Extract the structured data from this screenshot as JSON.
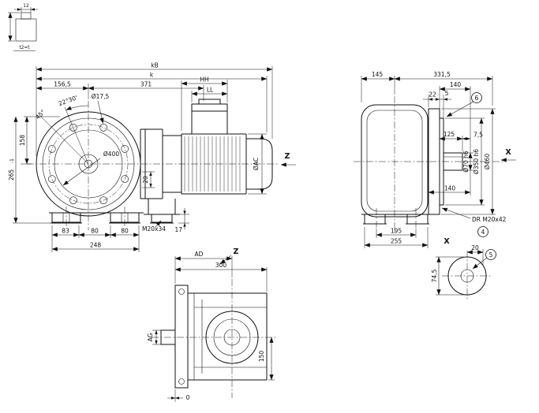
{
  "keyway_detail": {
    "dim_width": "12",
    "note": "t2=t"
  },
  "front_view": {
    "dim_kb": "kB",
    "dim_k": "k",
    "dim_156_5": "156,5",
    "dim_371": "371",
    "dim_hh": "HH",
    "dim_ll": "LL",
    "angle_22_30": "22°30'",
    "dia_17_5": "Ø17,5",
    "angle_45": "45°",
    "dim_158": "158",
    "dim_265": "265",
    "dim_265_tol": "-1",
    "dia_400": "Ø400",
    "dim_20": "20",
    "dia_ac": "ØAC",
    "view_z": "Z",
    "dim_83": "83",
    "dim_80_left": "80",
    "dim_80_right": "80",
    "dim_248": "248",
    "thread_foot": "M20x34",
    "dim_17": "17"
  },
  "side_view": {
    "dim_145": "145",
    "dim_331_5": "331,5",
    "dim_140_top": "140",
    "dim_22": "22",
    "dim_5": "5",
    "balloon_6": "6",
    "dim_125": "125",
    "dim_7_5": "7,5",
    "dia_70": "Ø70 h6",
    "dia_350": "Ø350 h6",
    "dia_460": "Ø460",
    "dim_140_bottom": "140",
    "view_x": "X",
    "dim_195": "195",
    "dim_255": "255",
    "thread_center": "DR M20x42",
    "balloon_4": "4"
  },
  "top_view": {
    "label_ad": "AD",
    "view_z": "Z",
    "dim_300": "300",
    "dim_150": "150",
    "label_ag": "AG",
    "dim_0": "0"
  },
  "x_detail": {
    "title": "X",
    "dim_20": "20",
    "dim_74_5": "74,5",
    "balloon_5": "5"
  }
}
